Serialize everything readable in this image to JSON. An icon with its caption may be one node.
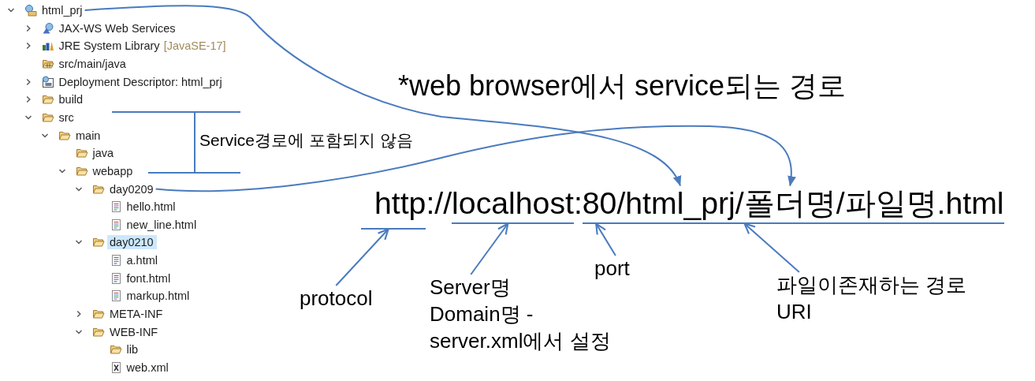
{
  "diagram": {
    "title": "*web browser에서 service되는 경로",
    "nodes": [
      {
        "text": [
          "html_prj"
        ]
      },
      {
        "text": [
          "day0209"
        ]
      },
      {
        "text": [
          "http://localhost:80/html_prj/폴더명/파일명.html"
        ]
      },
      {
        "text": [],
        "shape": "line"
      },
      {
        "text": [],
        "shape": "line"
      },
      {
        "text": [],
        "shape": "line"
      },
      {
        "text": [],
        "shape": "line"
      },
      {
        "text": [
          "protocol"
        ]
      },
      {
        "text": [
          "Server명",
          "Domain명 - server.xml에서 설정"
        ]
      },
      {
        "text": [
          "port"
        ]
      },
      {
        "text": [
          "파일이존재하는 경로",
          "URI"
        ]
      }
    ],
    "edges": [
      {
        "from": 0,
        "to": 2,
        "arrow": "to"
      },
      {
        "from": 1,
        "to": 2,
        "arrow": "to"
      },
      {
        "from": 7,
        "to": 3,
        "arrow": "to"
      },
      {
        "from": 8,
        "to": 4,
        "arrow": "to"
      },
      {
        "from": 9,
        "to": 5,
        "arrow": "to"
      },
      {
        "from": 10,
        "to": 6,
        "arrow": "to"
      }
    ],
    "labels": [
      "JAX-WS Web Services",
      "JRE System Library",
      "[JavaSE-17]",
      "src/main/java",
      "Deployment Descriptor: html_prj",
      "build",
      "src",
      "main",
      "java",
      "webapp",
      "hello.html",
      "new_line.html",
      "day0210",
      "a.html",
      "font.html",
      "markup.html",
      "META-INF",
      "WEB-INF",
      "lib",
      "web.xml",
      "Service경로에 포함되지 않음"
    ]
  }
}
